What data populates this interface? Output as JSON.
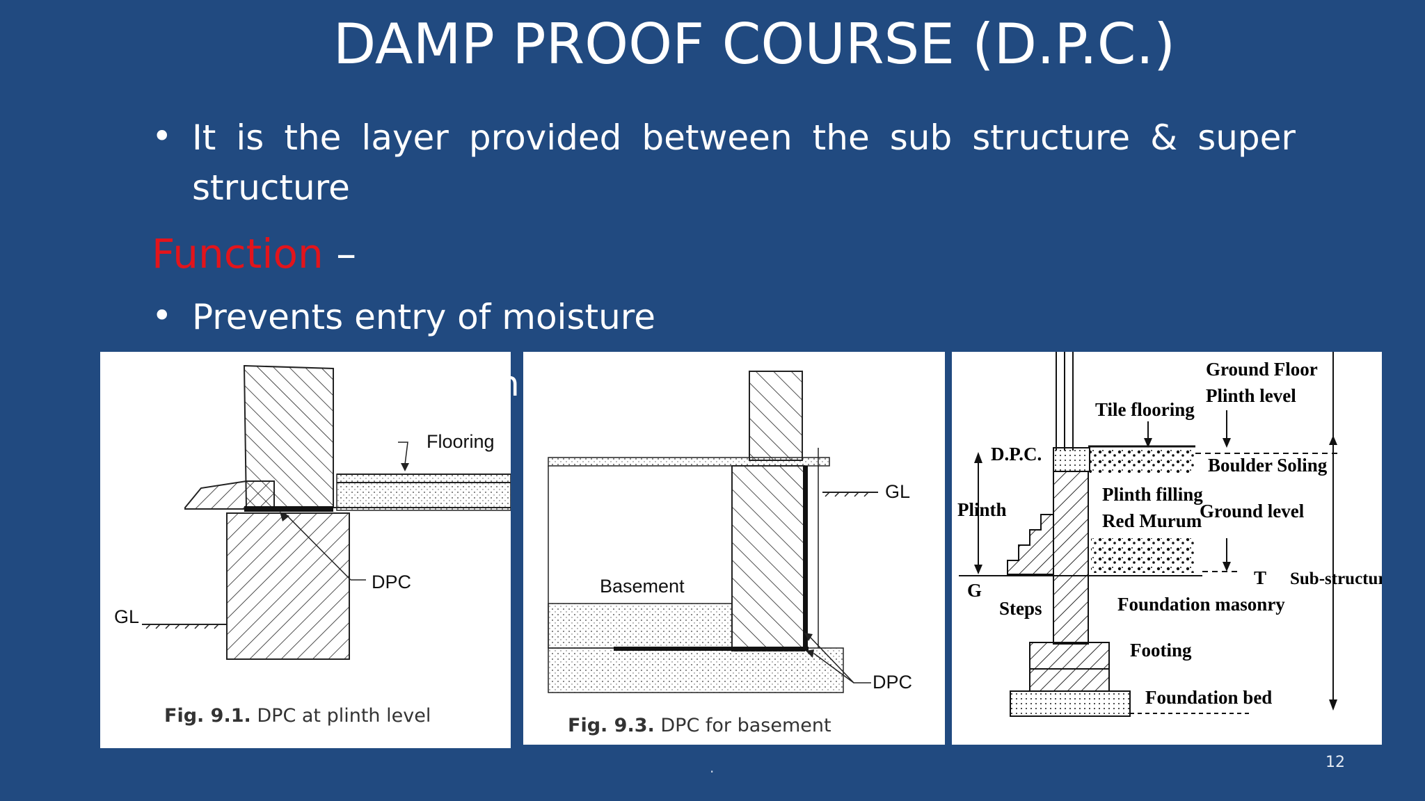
{
  "slide": {
    "title": "DAMP PROOF COURSE (D.P.C.)",
    "bullet_symbol": "•",
    "bullet_1": "It is the layer provided between the sub structure & super structure",
    "function_label": "Function",
    "function_dash": " –",
    "bullet_2": "Prevents entry of moisture",
    "hidden_fragment": "n",
    "footer_dot": ".",
    "page_number": "12"
  },
  "colors": {
    "background": "#214a80",
    "text": "#ffffff",
    "accent_red": "#e3141b"
  },
  "figures": [
    {
      "caption_prefix": "Fig. 9.1.",
      "caption_text": "DPC at plinth level",
      "labels": {
        "flooring": "Flooring",
        "dpc": "DPC",
        "gl": "GL"
      }
    },
    {
      "caption_prefix": "Fig. 9.3.",
      "caption_text": "DPC for basement",
      "labels": {
        "basement": "Basement",
        "gl": "GL",
        "dpc": "DPC"
      }
    },
    {
      "labels": {
        "ground_floor": "Ground Floor",
        "plinth_level": "Plinth level",
        "tile_flooring": "Tile flooring",
        "dpc": "D.P.C.",
        "boulder_soling": "Boulder Soling",
        "plinth_filling": "Plinth filling",
        "red_murum": "Red Murum",
        "ground_level": "Ground level",
        "plinth": "Plinth",
        "g": "G",
        "t": "T",
        "sub_structure": "Sub-structure",
        "steps": "Steps",
        "foundation_masonry": "Foundation masonry",
        "footing": "Footing",
        "foundation_bed": "Foundation bed"
      }
    }
  ]
}
